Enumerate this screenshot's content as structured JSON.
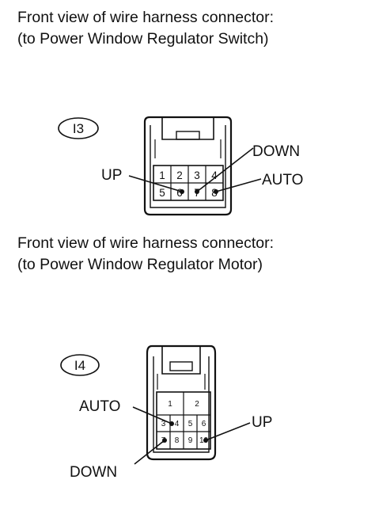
{
  "connectors": [
    {
      "caption_line1": "Front view of wire harness connector:",
      "caption_line2": "(to Power Window Regulator Switch)",
      "id": "I3",
      "pins_top": [
        "1",
        "2",
        "3",
        "4"
      ],
      "pins_bottom": [
        "5",
        "6",
        "7",
        "8"
      ],
      "labels": {
        "up": "UP",
        "down": "DOWN",
        "auto": "AUTO"
      }
    },
    {
      "caption_line1": "Front view of wire harness connector:",
      "caption_line2": "(to Power Window Regulator Motor)",
      "id": "I4",
      "pins_large": [
        "1",
        "2"
      ],
      "pins_mid": [
        "3",
        "4",
        "5",
        "6"
      ],
      "pins_bottom": [
        "7",
        "8",
        "9",
        "10"
      ],
      "labels": {
        "auto": "AUTO",
        "up": "UP",
        "down": "DOWN"
      }
    }
  ]
}
